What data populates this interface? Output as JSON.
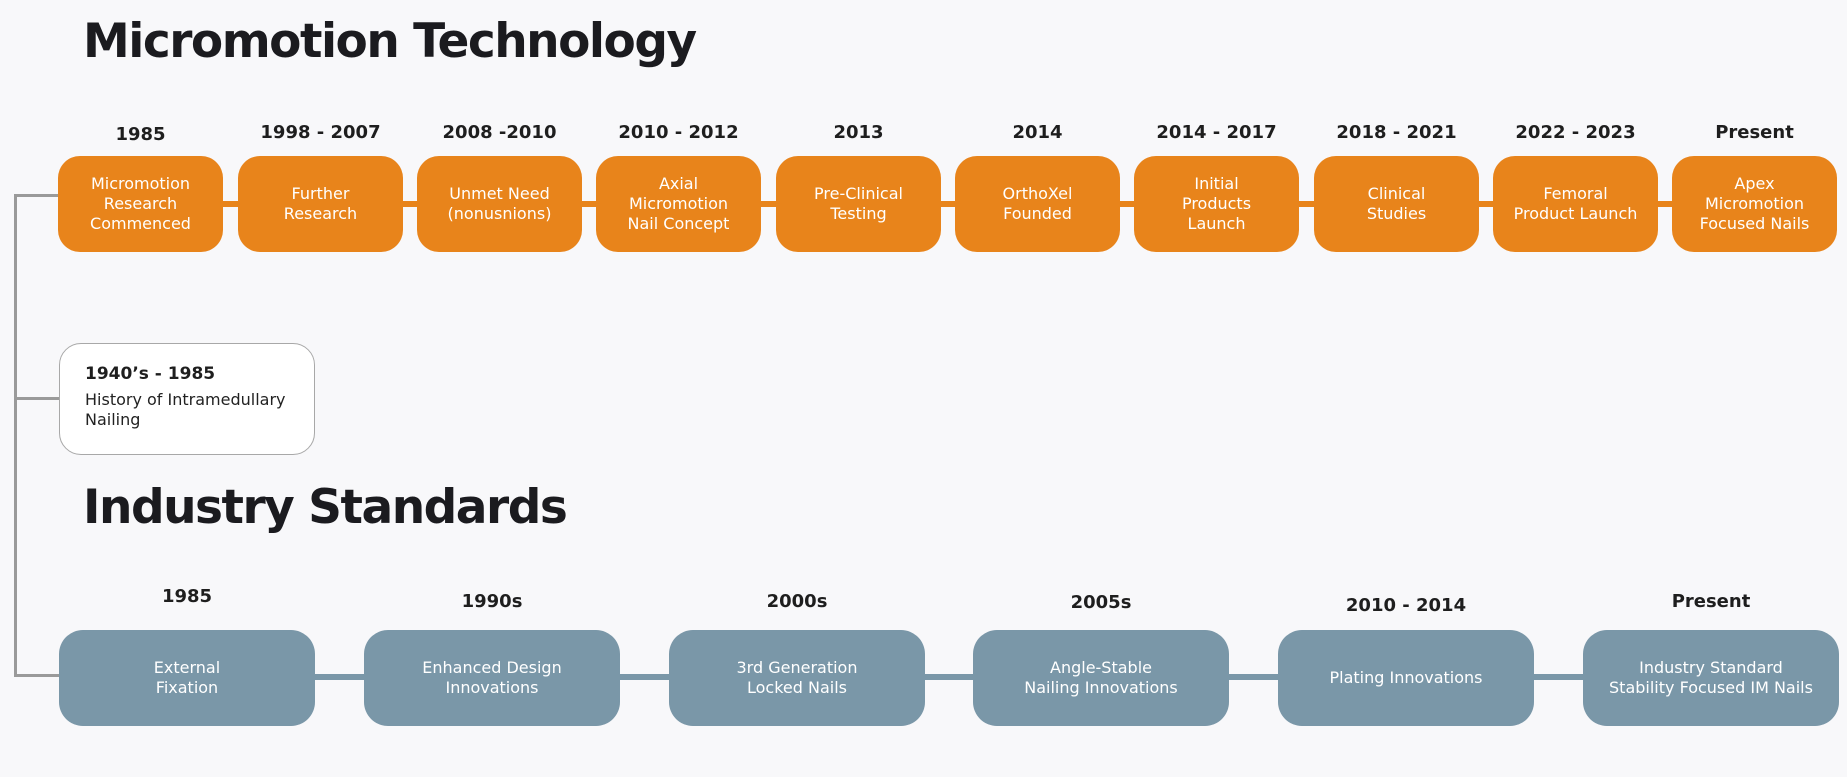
{
  "micromotion": {
    "title": "Micromotion Technology",
    "accent_color": "#e8841b",
    "milestones": [
      {
        "year": "1985",
        "label": "Micromotion\nResearch\nCommenced"
      },
      {
        "year": "1998 - 2007",
        "label": "Further\nResearch"
      },
      {
        "year": "2008 -2010",
        "label": "Unmet Need\n(nonusnions)"
      },
      {
        "year": "2010 - 2012",
        "label": "Axial\nMicromotion\nNail Concept"
      },
      {
        "year": "2013",
        "label": "Pre-Clinical\nTesting"
      },
      {
        "year": "2014",
        "label": "OrthoXel\nFounded"
      },
      {
        "year": "2014 - 2017",
        "label": "Initial\nProducts\nLaunch"
      },
      {
        "year": "2018 - 2021",
        "label": "Clinical\nStudies"
      },
      {
        "year": "2022 - 2023",
        "label": "Femoral\nProduct Launch"
      },
      {
        "year": "Present",
        "label": "Apex\nMicromotion\nFocused Nails"
      }
    ]
  },
  "history": {
    "year": "1940’s - 1985",
    "label": "History of Intramedullary\nNailing"
  },
  "industry": {
    "title": "Industry Standards",
    "accent_color": "#7a97a8",
    "milestones": [
      {
        "year": "1985",
        "label": "External\nFixation"
      },
      {
        "year": "1990s",
        "label": "Enhanced Design\nInnovations"
      },
      {
        "year": "2000s",
        "label": "3rd Generation\nLocked Nails"
      },
      {
        "year": "2005s",
        "label": "Angle-Stable\nNailing Innovations"
      },
      {
        "year": "2010 - 2014",
        "label": "Plating Innovations"
      },
      {
        "year": "Present",
        "label": "Industry Standard\nStability Focused IM Nails"
      }
    ]
  }
}
